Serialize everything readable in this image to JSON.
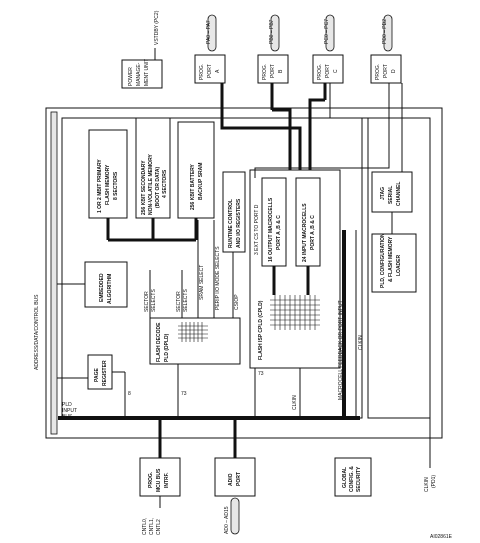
{
  "figure_id": "AI02861E",
  "blocks": {
    "vstdby": "VSTDBY (PC2)",
    "power": [
      "POWER",
      "MANAGE-",
      "MENT UNIT"
    ],
    "port_a": [
      "PROG.",
      "PORT",
      "A"
    ],
    "port_b": [
      "PROG.",
      "PORT",
      "B"
    ],
    "port_c": [
      "PROG.",
      "PORT",
      "C"
    ],
    "port_d": [
      "PROG.",
      "PORT",
      "D"
    ],
    "pa_range": "PA0 – PA7",
    "pb_range": "PB0 – PB7",
    "pc_range": "PC0 – PC7",
    "pd_range": "PD0 – PD2",
    "primary_flash": [
      "1 OR 2 MBIT PRIMARY",
      "FLASH MEMORY",
      "8 SECTORS"
    ],
    "secondary": [
      "256 KBIT SECONDARY",
      "NON-VOLATILE MEMORY",
      "(BOOT OR DATA)",
      "4 SECTORS"
    ],
    "sram": [
      "256 KBIT BATTERY",
      "BACKUP SRAM"
    ],
    "runtime": [
      "RUNTIME CONTROL",
      "AND I/O REGISTERS"
    ],
    "csiop": "CSIOP",
    "perip": "PERIP I/O MODE SELECTS",
    "sram_select": "SRAM SELECT",
    "sector_selects_1": [
      "SECTOR",
      "SELECTS"
    ],
    "sector_selects_2": [
      "SECTOR",
      "SELECTS"
    ],
    "embedded": [
      "EMBEDDED",
      "ALGORITHM"
    ],
    "flash_decode": [
      "FLASH DECODE",
      "PLD (DPLD)"
    ],
    "page_register": [
      "PAGE",
      "REGISTER"
    ],
    "ext_cs": "3 EXT CS TO PORT D",
    "output_mc": [
      "16 OUTPUT MACROCELLS",
      "PORT A ,B & C"
    ],
    "input_mc": [
      "24 INPUT MACROCELLS",
      "PORT A ,B & C"
    ],
    "cpld": "FLASH ISP CPLD (CPLD)",
    "jtag": [
      "JTAG",
      "SERIAL",
      "CHANNEL"
    ],
    "pld_config": [
      "PLD, CONFIGURATION",
      "& FLASH MEMORY",
      "LOADER"
    ],
    "mcu_bus": [
      "PROG.",
      "MCU BUS",
      "INTRF."
    ],
    "adio": [
      "ADIO",
      "PORT"
    ],
    "global": [
      "GLOBAL",
      "CONFIG. &",
      "SECURITY"
    ],
    "mcu_pins": [
      "CNTL0,",
      "CNTL1,",
      "CNTL2"
    ],
    "adio_pins": "AD0 – AD15",
    "clkin_pin": [
      "CLKIN",
      "(PD1)"
    ]
  },
  "bus_labels": {
    "address_bus": "ADDRESS/DATA/CONTROL BUS",
    "pld_input_bus": [
      "PLD",
      "INPUT",
      "BUS"
    ],
    "macrocell_feedback": "MACROCELL FEEDBACK OR PORT INPUT",
    "clkin_1": "CLKIN",
    "clkin_2": "CLKIN",
    "n8": "8",
    "n73a": "73",
    "n73b": "73"
  }
}
